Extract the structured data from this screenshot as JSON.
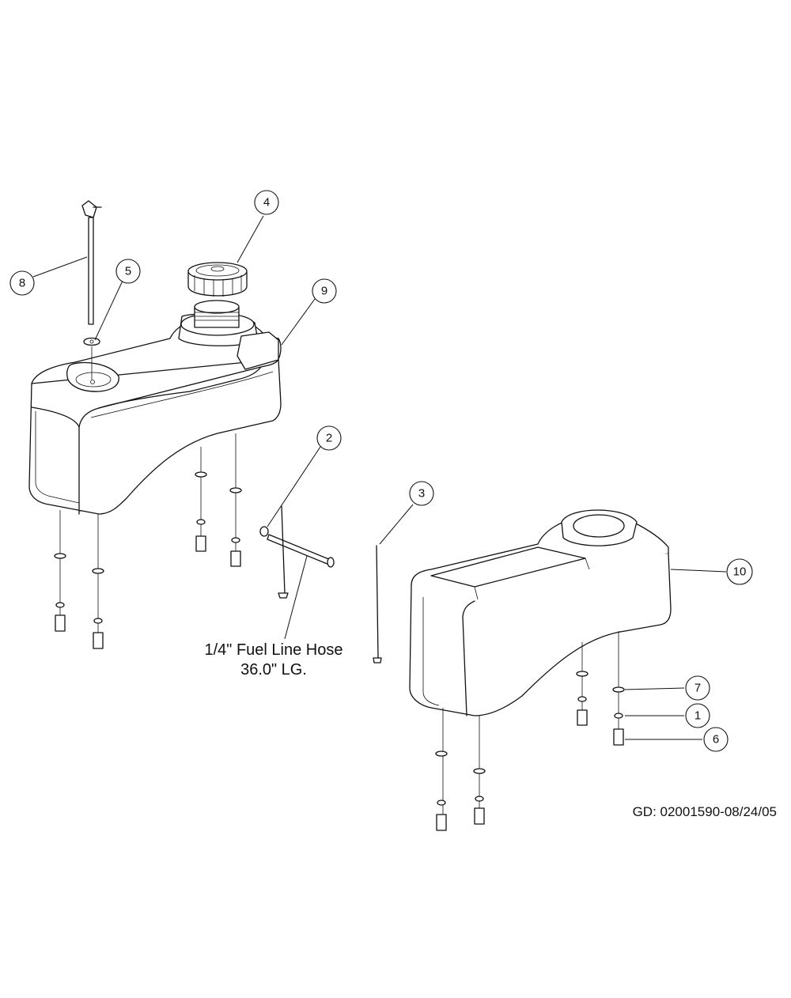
{
  "callouts": [
    {
      "label": "1"
    },
    {
      "label": "2"
    },
    {
      "label": "3"
    },
    {
      "label": "4"
    },
    {
      "label": "5"
    },
    {
      "label": "6"
    },
    {
      "label": "7"
    },
    {
      "label": "8"
    },
    {
      "label": "9"
    },
    {
      "label": "10"
    }
  ],
  "hose_note": {
    "line1": "1/4\" Fuel Line Hose",
    "line2": "36.0\" LG."
  },
  "drawing_id": "GD: 02001590-08/24/05",
  "colors": {
    "line": "#111111",
    "background": "#ffffff"
  }
}
